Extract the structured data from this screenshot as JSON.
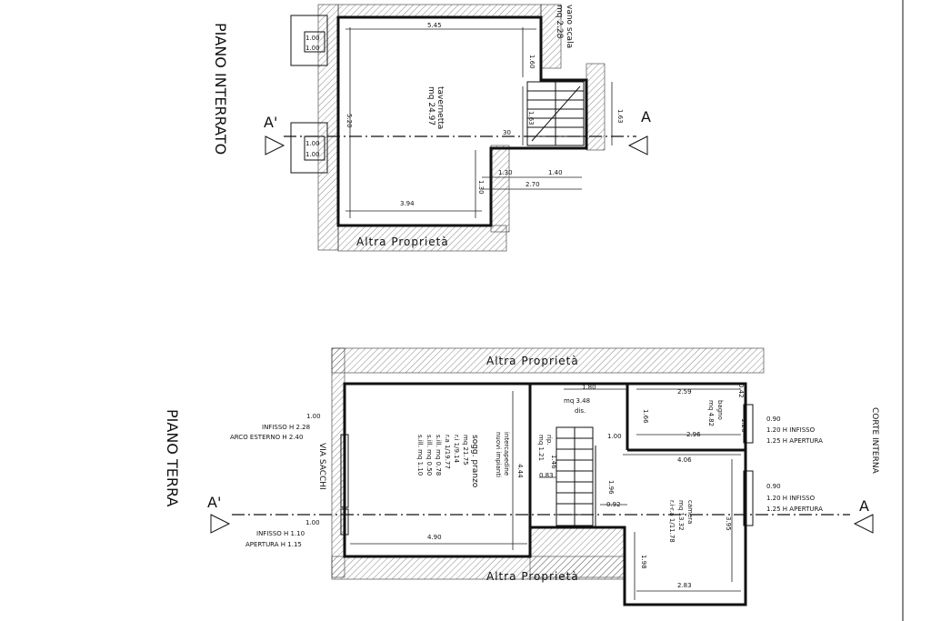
{
  "basement": {
    "title": "PIANO INTERRATO",
    "room_name": "tavernetta",
    "room_area": "mq 24.97",
    "stair_label": "vano scala",
    "stair_area": "mq 2.28",
    "neighbor": "Altra Proprietà",
    "dims": {
      "d545": "5.45",
      "d160": "1.60",
      "d520": "5.20",
      "d163a": "1.63",
      "d163b": "1.63",
      "d30": "30",
      "d130": "1.30",
      "d140": "1.40",
      "d270": "2.70",
      "d394": "3.94",
      "d130v": "1.30",
      "d100a": "1.00",
      "d100b": "1.00",
      "d100c": "1.00",
      "d100d": "1.00"
    }
  },
  "ground": {
    "title": "PIANO TERRA",
    "neighbor_top": "Altra Proprietà",
    "neighbor_bottom": "Altra Proprietà",
    "street_label": "VIA   SACCHI",
    "court_label": "CORTE  INTERNA",
    "living": {
      "name": "sogg. pranzo",
      "lines": [
        "mq 21.75",
        "r.i 1/9.14",
        "r.a 1/19.77",
        "s.ill. mq 0.78",
        "s.ill. mq 0.50",
        "s.ill. mq 1.10"
      ]
    },
    "interspace": [
      "intercapedine",
      "nuovi impianti"
    ],
    "dis_area": "mq 3.48",
    "dis_name": "dis.",
    "rip_name": "rip.",
    "rip_area": "mq 1.21",
    "bath_name": "bagno",
    "bath_area": "mq 4.82",
    "bedroom": {
      "name": "camera",
      "area": "mq 13.32",
      "ratio": "r.i-r.a 1/11.78"
    },
    "openings_left": [
      "1.00",
      "INFISSO H 2.28",
      "ARCO ESTERNO H 2.40",
      "1.00",
      "INFISSO H 1.10",
      "APERTURA H 1.15"
    ],
    "openings_right": [
      "0.90",
      "1.20 H INFISSO",
      "1.25 H APERTURA",
      "0.90",
      "1.20 H INFISSO",
      "1.25 H APERTURA"
    ],
    "dims": {
      "d180": "1.80",
      "d259": "2.59",
      "d042": "0.42",
      "d166": "1.66",
      "d296": "2.96",
      "d126": "1.26",
      "d100": "1.00",
      "d406": "4.06",
      "d146": "1.46",
      "d083": "0.83",
      "d444": "4.44",
      "d196": "1.96",
      "d092": "0.92",
      "d490": "4.90",
      "d198": "1.98",
      "d283": "2.83",
      "d395": "3.95"
    }
  },
  "section_marks": {
    "left": "A'",
    "right": "A"
  }
}
